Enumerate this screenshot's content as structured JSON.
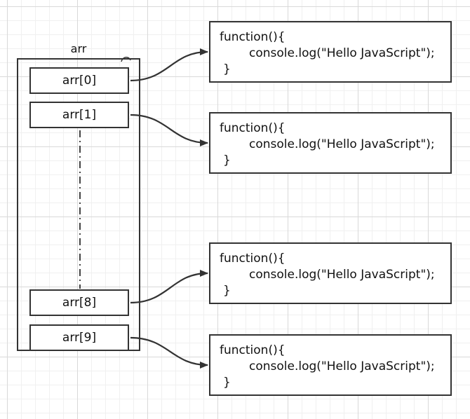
{
  "container": {
    "title": "arr"
  },
  "cells": [
    {
      "label": "arr[0]"
    },
    {
      "label": "arr[1]"
    },
    {
      "label": "arr[8]"
    },
    {
      "label": "arr[9]"
    }
  ],
  "functions": [
    {
      "line1": "function(){",
      "line2": "console.log(\"Hello JavaScript\");",
      "line3": "}"
    },
    {
      "line1": "function(){",
      "line2": "console.log(\"Hello JavaScript\");",
      "line3": "}"
    },
    {
      "line1": "function(){",
      "line2": "console.log(\"Hello JavaScript\");",
      "line3": "}"
    },
    {
      "line1": "function(){",
      "line2": "console.log(\"Hello JavaScript\");",
      "line3": "}"
    }
  ],
  "colors": {
    "stroke": "#333333",
    "grid": "#d9d9d9"
  }
}
